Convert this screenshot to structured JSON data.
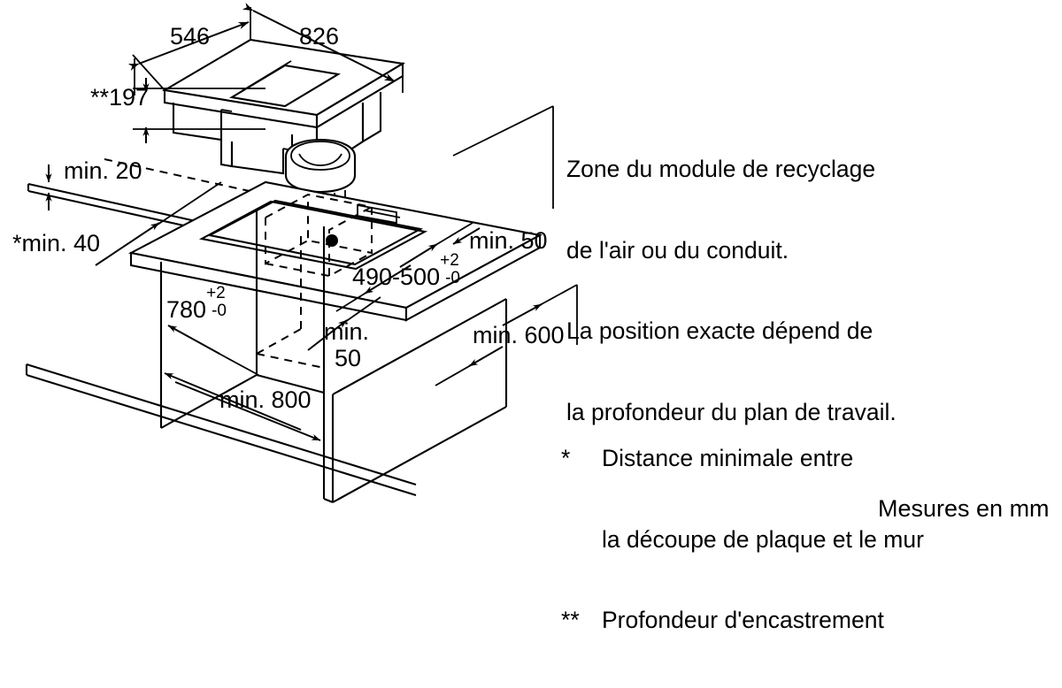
{
  "document": {
    "type": "appliance-installation-diagram",
    "language": "fr",
    "units_note": "Mesures en mm"
  },
  "dimensions": {
    "depth_top": "546",
    "width_top": "826",
    "recess_depth": "**197",
    "min_gap_top": "min. 20",
    "min_wall_distance": "*min. 40",
    "cutout_width": "780",
    "cutout_width_tol_plus": "+2",
    "cutout_width_tol_minus": "-0",
    "cutout_depth": "490-500",
    "cutout_depth_tol_plus": "+2",
    "cutout_depth_tol_minus": "-0",
    "min_rear_50": "min. 50",
    "min_side_50_line1": "min.",
    "min_side_50_line2": "50",
    "min_cabinet_depth": "min. 600",
    "min_cabinet_width": "min. 800"
  },
  "notes": {
    "recycling_zone": {
      "line1": "Zone du module de recyclage",
      "line2": "de l'air ou du conduit.",
      "line3": "La position exacte dépend de",
      "line4": "la profondeur du plan de travail."
    }
  },
  "legend": {
    "items": [
      {
        "mark": "*",
        "line1": "Distance minimale entre",
        "line2": "la découpe de plaque et le mur"
      },
      {
        "mark": "**",
        "line1": "Profondeur d'encastrement",
        "line2": ""
      }
    ]
  },
  "footer": {
    "units": "Mesures en mm"
  },
  "colors": {
    "line": "#000000",
    "background": "#ffffff"
  }
}
